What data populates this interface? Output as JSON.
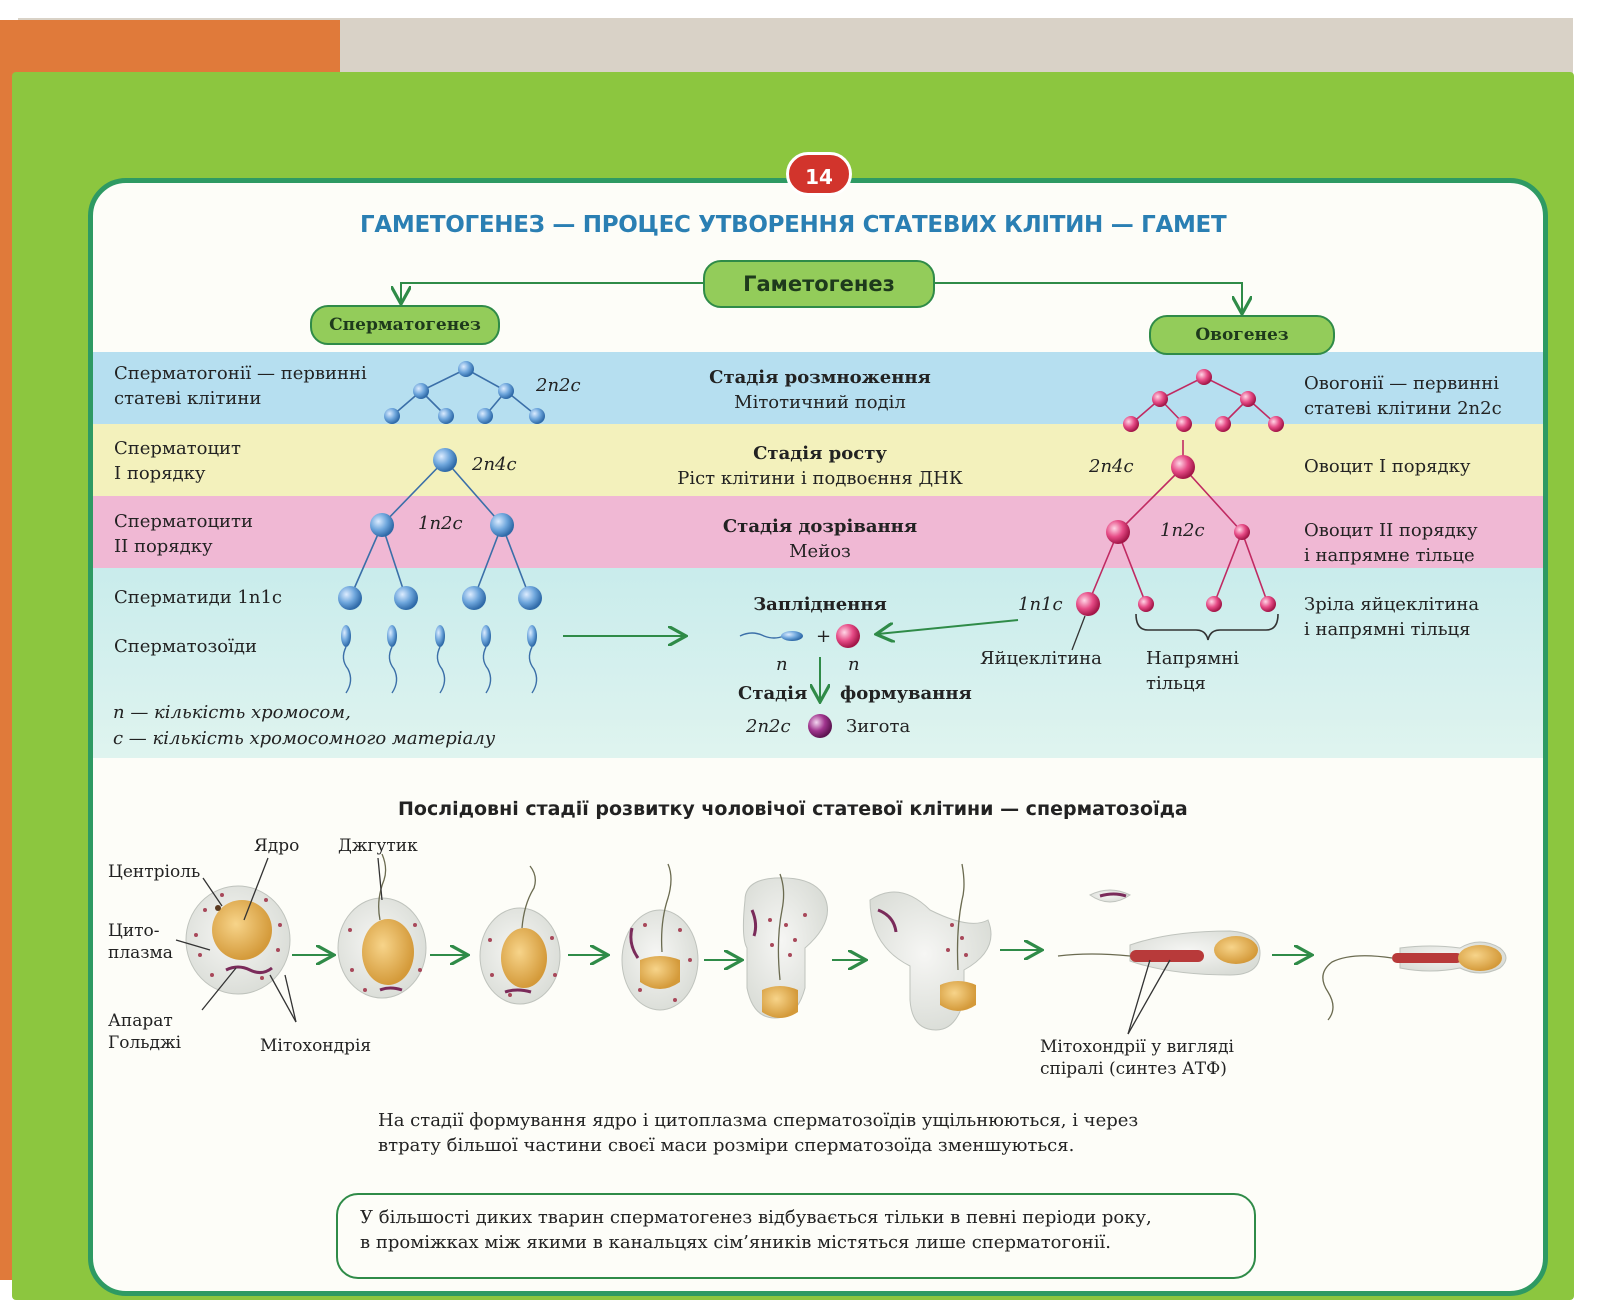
{
  "page_number": "14",
  "title": "Гаметогенез — процес утворення статевих клітин — гамет",
  "root_label": "Гаметогенез",
  "spermatogenesis_label": "Сперматогенез",
  "oogenesis_label": "Овогенез",
  "left": {
    "spermatogonia_1": "Сперматогонії — первинні",
    "spermatogonia_2": "статеві клітини",
    "spermatocyte1_1": "Сперматоцит",
    "spermatocyte1_2": "І порядку",
    "spermatocyte2_1": "Сперматоцити",
    "spermatocyte2_2": "ІІ порядку",
    "spermatids": "Сперматиди 1n1c",
    "spermatozoa": "Сперматозоїди",
    "legend_n": "n — кількість хромосом,",
    "legend_c": "c — кількість хромосомного матеріалу",
    "f_2n2c": "2n2c",
    "f_2n4c": "2n4c",
    "f_1n2c": "1n2c"
  },
  "center": {
    "stage1_title": "Стадія розмноження",
    "stage1_desc": "Мітотичний поділ",
    "stage2_title": "Стадія росту",
    "stage2_desc": "Ріст клітини і подвоєння ДНК",
    "stage3_title": "Стадія дозрівання",
    "stage3_desc": "Мейоз",
    "fert_title": "Запліднення",
    "n_left": "n",
    "n_right": "n",
    "plus": "+",
    "stage4_a": "Стадія",
    "stage4_b": "формування",
    "zygote_formula": "2n2c",
    "zygote_label": "Зигота"
  },
  "right": {
    "oogonia_1": "Овогонії — первинні",
    "oogonia_2": "статеві клітини 2n2c",
    "oocyte1": "Овоцит І порядку",
    "oocyte2_1": "Овоцит ІІ порядку",
    "oocyte2_2": "і напрямне тільце",
    "mature_1": "Зріла яйцеклітина",
    "mature_2": "і напрямні тільця",
    "f_2n4c": "2n4c",
    "f_1n2c": "1n2c",
    "f_1n1c": "1n1c",
    "egg_label": "Яйцеклітина",
    "bodies_1": "Напрямні",
    "bodies_2": "тільця"
  },
  "sperm_dev": {
    "title": "Послідовні стадії розвитку чоловічої статевої клітини — сперматозоїда",
    "centriole": "Центріоль",
    "nucleus": "Ядро",
    "flagellum": "Джгутик",
    "cytoplasm_1": "Цито-",
    "cytoplasm_2": "плазма",
    "golgi_1": "Апарат",
    "golgi_2": "Гольджі",
    "mitochondrion": "Мітохондрія",
    "mito_spiral_1": "Мітохондрії у вигляді",
    "mito_spiral_2": "спіралі (синтез АТФ)"
  },
  "note_1": "На стадії формування ядро і цитоплазма сперматозоїдів ущільнюються, і через",
  "note_2": "втрату більшої частини своєї маси розміри сперматозоїда зменшуються.",
  "info_1": "У більшості диких тварин сперматогенез відбувається тільки в певні періоди року,",
  "info_2": "в проміжках між якими в канальцях сім’яників містяться лише сперматогонії.",
  "colors": {
    "outer_green": "#8cc63f",
    "frame_green": "#2e9a63",
    "title_blue": "#2a7fb3",
    "sperm_blue": "#5b9ad6",
    "egg_pink": "#e0336f",
    "band_blue": "#b6dff0",
    "band_yellow": "#f3f1bc",
    "band_pink": "#f0b8d4",
    "band_mint": "#c9ecec"
  }
}
